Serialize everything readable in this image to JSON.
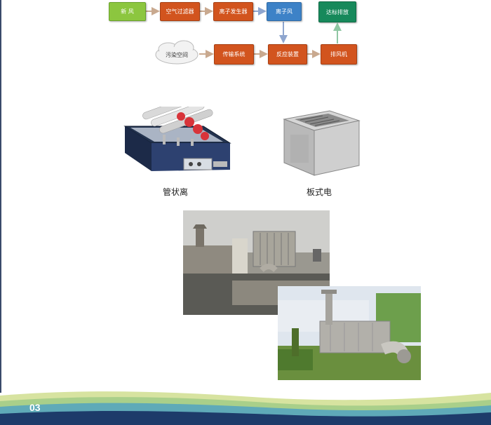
{
  "flow": {
    "fresh_air": "新 风",
    "air_filter": "空气过滤器",
    "ion_generator": "离子发生器",
    "ion_air": "离子风",
    "compliant_emission": "达标排放",
    "polluted_space": "污染空间",
    "transport_system": "传输系统",
    "reaction_device": "反应装置",
    "exhaust_fan": "排风机"
  },
  "captions": {
    "tube_type": "管状离",
    "plate_type": "板式电"
  },
  "footer": {
    "page_number": "03"
  },
  "colors": {
    "green": "#8cc63f",
    "orange": "#d2541e",
    "blue": "#3d82c7",
    "dark_green": "#17895b",
    "wave_dark": "#1d3b6a"
  }
}
